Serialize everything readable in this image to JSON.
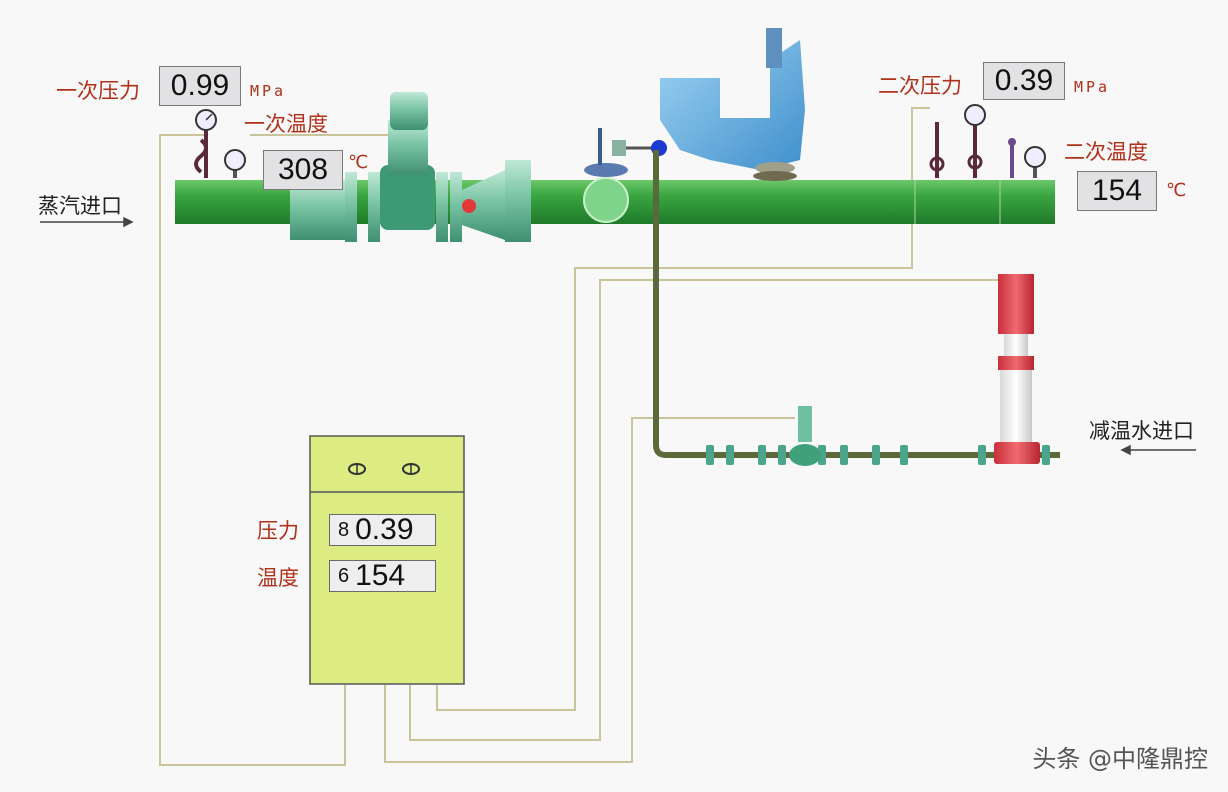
{
  "labels": {
    "steam_inlet": "蒸汽进口",
    "water_inlet": "减温水进口",
    "primary_pressure": "一次压力",
    "primary_temperature": "一次温度",
    "secondary_pressure": "二次压力",
    "secondary_temperature": "二次温度"
  },
  "readings": {
    "primary_pressure_value": "0.99",
    "primary_pressure_unit": "MPa",
    "primary_temperature_value": "308",
    "primary_temperature_unit": "℃",
    "secondary_pressure_value": "0.39",
    "secondary_pressure_unit": "MPa",
    "secondary_temperature_value": "154",
    "secondary_temperature_unit": "℃"
  },
  "controller": {
    "pressure_label": "压力",
    "pressure_index": "8",
    "pressure_value": "0.39",
    "temperature_label": "温度",
    "temperature_index": "6",
    "temperature_value": "154"
  },
  "watermark": "头条 @中隆鼎控",
  "colors": {
    "pipe_green": "#2f9a3a",
    "valve_teal": "#5fb79a",
    "actuator_blue": "#5aa9dc",
    "cabinet_yellow": "#dcec82",
    "label_red": "#b0301a",
    "signal_wire": "#c9c49a"
  }
}
